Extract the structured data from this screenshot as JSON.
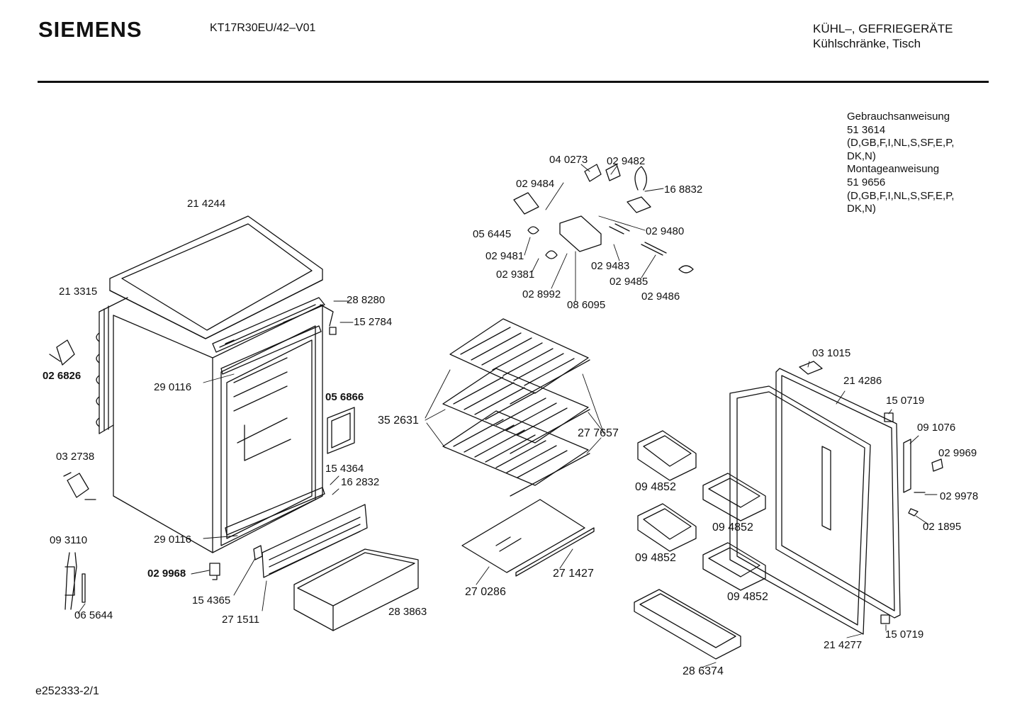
{
  "header": {
    "brand": "SIEMENS",
    "model": "KT17R30EU/42–V01",
    "category_line1": "KÜHL–, GEFRIEGERÄTE",
    "category_line2": "Kühlschränke, Tisch"
  },
  "documents": [
    "Gebrauchsanweisung",
    "51 3614",
    "(D,GB,F,I,NL,S,SF,E,P,",
    "DK,N)",
    "Montageanweisung",
    "51 9656",
    "(D,GB,F,I,NL,S,SF,E,P,",
    "DK,N)"
  ],
  "footer": {
    "drawing_id": "e252333-2/1"
  },
  "parts": {
    "p214244": "21 4244",
    "p213315": "21 3315",
    "p288280": "28 8280",
    "p152784": "15 2784",
    "p026826": "02 6826",
    "p290116_top": "29 0116",
    "p056866": "05 6866",
    "p032738": "03 2738",
    "p154364": "15 4364",
    "p162832": "16 2832",
    "p290116_bottom": "29 0116",
    "p093110": "09 3110",
    "p029968": "02 9968",
    "p154365": "15 4365",
    "p065644": "06 5644",
    "p271511": "27 1511",
    "p283863": "28 3863",
    "p040273": "04 0273",
    "p029482": "02 9482",
    "p029484": "02 9484",
    "p168832": "16 8832",
    "p056445": "05 6445",
    "p029480": "02 9480",
    "p029481": "02 9481",
    "p029381": "02 9381",
    "p029483": "02 9483",
    "p029485": "02 9485",
    "p028992": "02 8992",
    "p086095": "08 6095",
    "p029486": "02 9486",
    "p352631": "35 2631",
    "p277657": "27 7657",
    "p270286": "27 0286",
    "p271427": "27 1427",
    "p031015": "03 1015",
    "p214286": "21 4286",
    "p150719_top": "15 0719",
    "p091076": "09 1076",
    "p029969": "02 9969",
    "p029978": "02 9978",
    "p021895": "02 1895",
    "p094852_a": "09 4852",
    "p094852_b": "09 4852",
    "p094852_c": "09 4852",
    "p094852_d": "09 4852",
    "p286374": "28 6374",
    "p214277": "21 4277",
    "p150719_bottom": "15 0719"
  }
}
